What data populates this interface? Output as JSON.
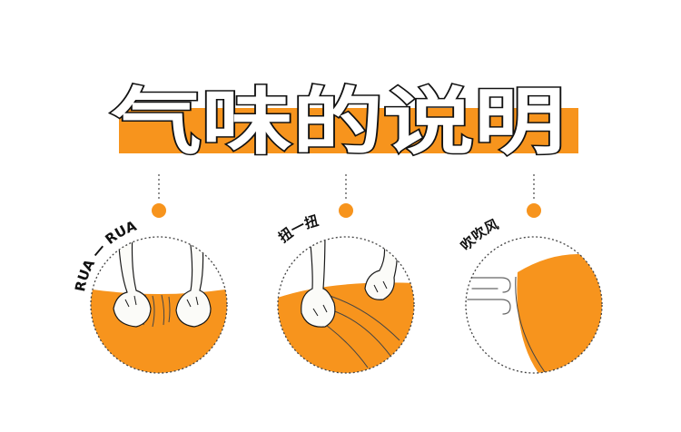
{
  "title": "气味的说明",
  "colors": {
    "accent": "#f7941d",
    "skin": "#fbfbf8",
    "outline": "#1a1a1a",
    "background": "#ffffff"
  },
  "steps": [
    {
      "label": "RUA — RUA",
      "illustration": "hands-rubbing-fabric"
    },
    {
      "label": "扭一扭",
      "illustration": "hand-twisting-fabric"
    },
    {
      "label": "吹吹风",
      "illustration": "wind-blowing-fabric"
    }
  ]
}
